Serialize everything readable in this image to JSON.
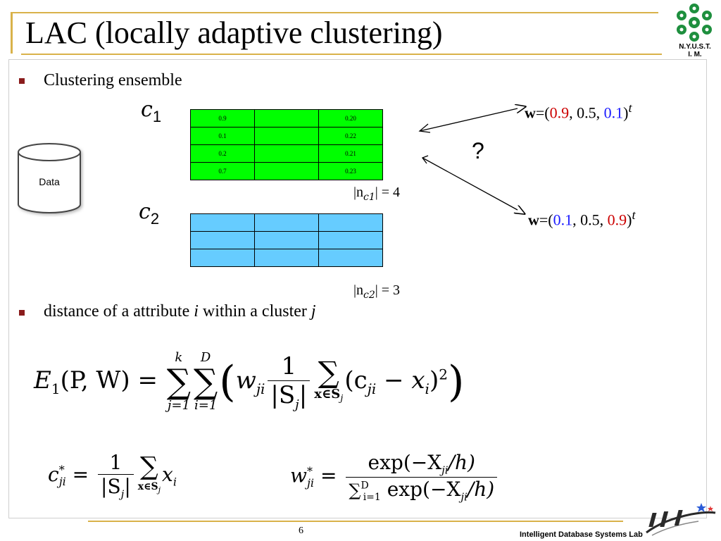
{
  "slide": {
    "title": "LAC (locally adaptive clustering)",
    "logo_caption_line1": "N.Y.U.S.T.",
    "logo_caption_line2": "I. M.",
    "number": "6",
    "footer_lab": "Intelligent Database Systems Lab"
  },
  "bullets": [
    {
      "text": "Clustering ensemble"
    },
    {
      "text_pre": "distance of a attribute ",
      "var_i": "i",
      "text_mid": " within a cluster ",
      "var_j": "j"
    }
  ],
  "diagram": {
    "data_label": "Data",
    "question": "?",
    "cluster1": {
      "label": "c",
      "sub": "1",
      "rows": [
        [
          "0.9",
          "",
          "0.20"
        ],
        [
          "0.1",
          "",
          "0.22"
        ],
        [
          "0.2",
          "",
          "0.21"
        ],
        [
          "0.7",
          "",
          "0.23"
        ]
      ],
      "count_label": "|n",
      "count_sub": "c1",
      "count_value": "| = 4",
      "weights": {
        "prefix": "w",
        "open": "=(",
        "v1": "0.9",
        "sep1": ", ",
        "v2": "0.5",
        "sep2": ", ",
        "v3": "0.1",
        "close": ")",
        "sup": "t"
      },
      "colors": {
        "fill": "#00ff00",
        "w1": "#cc0000",
        "w3": "#1a1aff"
      }
    },
    "cluster2": {
      "label": "c",
      "sub": "2",
      "rows": [
        [
          "",
          "",
          ""
        ],
        [
          "",
          "",
          ""
        ],
        [
          "",
          "",
          ""
        ]
      ],
      "count_label": "|n",
      "count_sub": "c2",
      "count_value": "| = 3",
      "weights": {
        "prefix": "w",
        "open": "=(",
        "v1": "0.1",
        "sep1": ", ",
        "v2": "0.5",
        "sep2": ", ",
        "v3": "0.9",
        "close": ")",
        "sup": "t"
      },
      "colors": {
        "fill": "#66ccff",
        "w1": "#1a1aff",
        "w3": "#cc0000"
      }
    }
  },
  "equations": {
    "e1": {
      "lhs": "E",
      "lhs_sub": "1",
      "lhs_args": "(P, W) =",
      "sum1_top": "k",
      "sum1_bot": "j=1",
      "sum2_top": "D",
      "sum2_bot": "i=1",
      "w": "w",
      "w_sub": "ji",
      "frac_num": "1",
      "frac_den": "|S",
      "frac_den_sub": "j",
      "frac_den_close": "|",
      "sum3_bot": "x∈S",
      "sum3_bot_sub": "j",
      "term": "(c",
      "term_sub1": "ji",
      "term_mid": " − x",
      "term_sub2": "i",
      "term_close": ")",
      "term_sup": "2"
    },
    "c_star": {
      "lhs": "c",
      "lhs_sup": "*",
      "lhs_sub": "ji",
      "eq": "=",
      "frac_num": "1",
      "frac_den": "|S",
      "frac_den_sub": "j",
      "frac_den_close": "|",
      "sum_bot": "x∈S",
      "sum_bot_sub": "j",
      "term": "x",
      "term_sub": "i"
    },
    "w_star": {
      "lhs": "w",
      "lhs_sup": "*",
      "lhs_sub": "ji",
      "eq": "=",
      "num": "exp(−X",
      "num_sub": "ji",
      "num_close": "/h)",
      "den_sum_sup": "D",
      "den_sum_sub": "i=1",
      "den": "exp(−X",
      "den_sub": "ji",
      "den_close": "/h)"
    }
  }
}
